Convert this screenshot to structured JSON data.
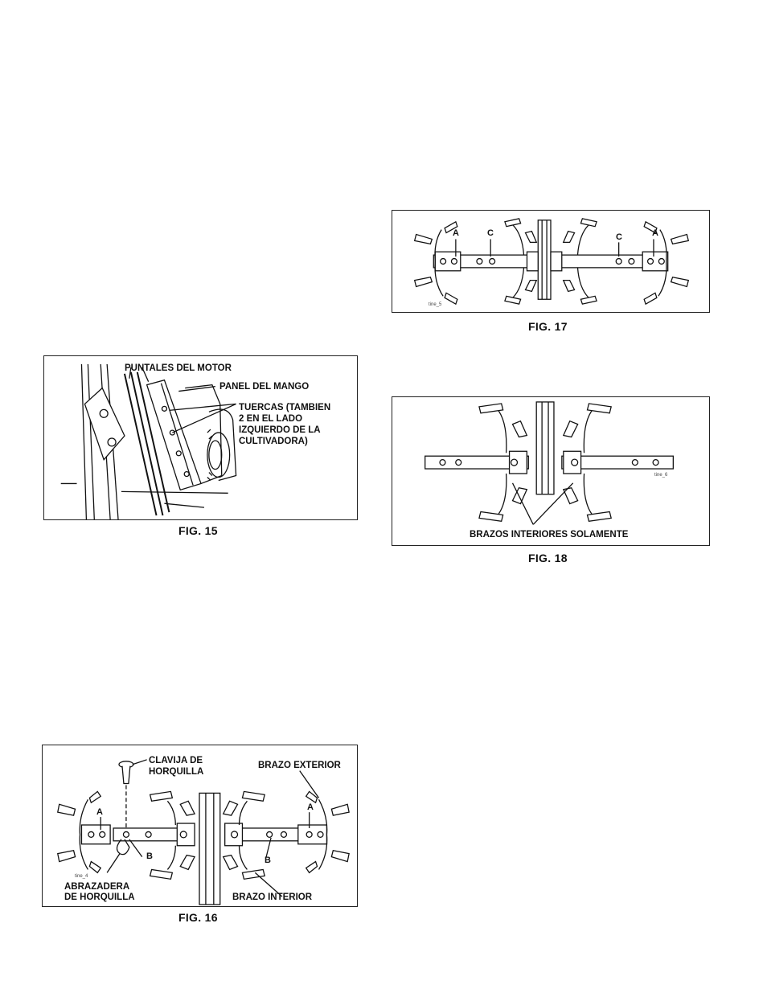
{
  "figures": {
    "fig15": {
      "caption": "FIG. 15",
      "labels": {
        "engine_struts": "PUNTALES DEL MOTOR",
        "handle_panel": "PANEL DEL MANGO",
        "nuts_line1": "TUERCAS (TAMBIEN",
        "nuts_line2": "2 EN EL LADO",
        "nuts_line3": "IZQUIERDO DE LA",
        "nuts_line4": "CULTIVADORA)"
      }
    },
    "fig16": {
      "caption": "FIG. 16",
      "labels": {
        "clevis_pin_line1": "CLAVIJA DE",
        "clevis_pin_line2": "HORQUILLA",
        "outer_arm": "BRAZO EXTERIOR",
        "hairpin_line1": "ABRAZADERA",
        "hairpin_line2": "DE HORQUILLA",
        "inner_arm": "BRAZO INTERIOR",
        "letter_a": "A",
        "letter_b": "B",
        "tag": "tine_4"
      }
    },
    "fig17": {
      "caption": "FIG. 17",
      "labels": {
        "letter_a": "A",
        "letter_c": "C",
        "tag": "tine_5"
      }
    },
    "fig18": {
      "caption": "FIG. 18",
      "labels": {
        "inner_arms_only": "BRAZOS INTERIORES SOLAMENTE",
        "tag": "tine_6"
      }
    }
  }
}
